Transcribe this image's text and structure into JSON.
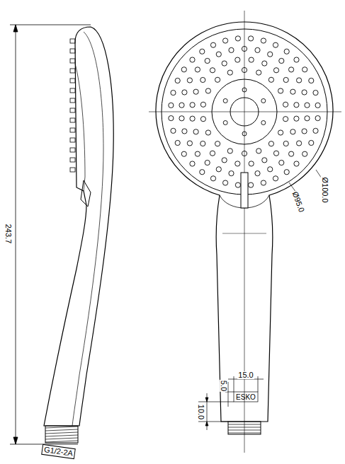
{
  "diagram": {
    "labels": [
      "243.7",
      "G1/2-2A",
      "Ø100.0",
      "Ø95.0",
      "15.0",
      "5.0",
      "ESKO",
      "10.0"
    ]
  }
}
